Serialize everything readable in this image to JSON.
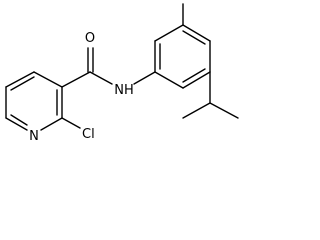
{
  "atom_labels": {
    "amide_oxygen": "O",
    "amide_nitrogen": "NH",
    "pyridine_nitrogen": "N",
    "chlorine": "Cl"
  },
  "colors": {
    "bond": "#000000",
    "background": "#ffffff"
  }
}
